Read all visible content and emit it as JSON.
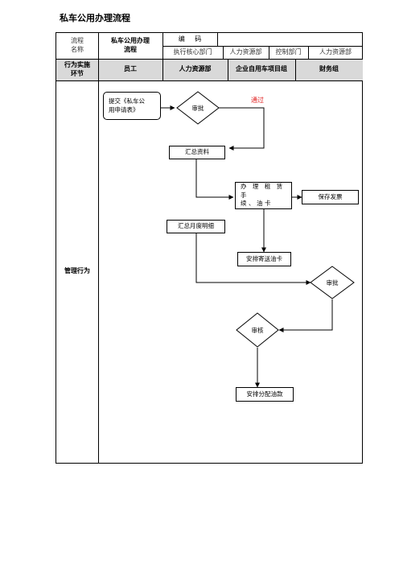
{
  "document": {
    "title": "私车公用办理流程"
  },
  "header": {
    "process_label": "流程\n名称",
    "process_name": "私车公用办理\n流程",
    "code_label": "编 码",
    "code_value": "",
    "dept_row": [
      "执行核心部门",
      "人力资源部",
      "控制部门",
      "人力资源部"
    ]
  },
  "lanes": {
    "row_label": "行为实施\n环节",
    "headers": [
      "员工",
      "人力资源部",
      "企业自用车项目组",
      "财务组"
    ],
    "body_label": "管理行为"
  },
  "flow": {
    "submit": "提交《私车公\n用申请表》",
    "review1": "审批",
    "pass": "通过",
    "summarize": "汇总资料",
    "lease": "办 理 租 赁 手\n续、油卡",
    "invoice": "保存发票",
    "monthly": "汇总月度明细",
    "mail_card": "安排寄送油卡",
    "review2": "审批",
    "audit": "审核",
    "allocate": "安排分配油款"
  }
}
